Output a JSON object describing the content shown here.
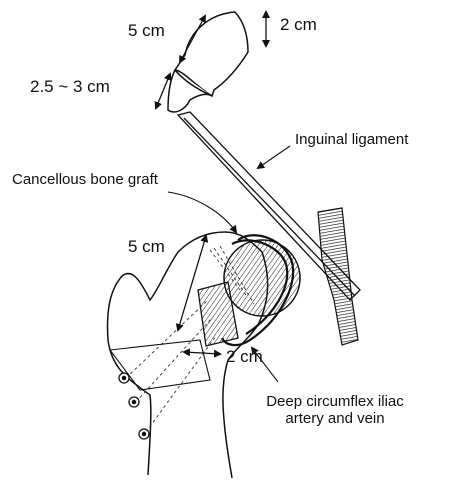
{
  "labels": {
    "graft_length": "5 cm",
    "graft_height": "2 cm",
    "graft_depth": "2.5 ~ 3 cm",
    "inguinal_ligament": "Inguinal ligament",
    "cancellous_bone_graft": "Cancellous bone graft",
    "window_length": "5 cm",
    "window_width": "2 cm",
    "vessel_line1": "Deep circumflex iliac",
    "vessel_line2": "artery and vein"
  }
}
